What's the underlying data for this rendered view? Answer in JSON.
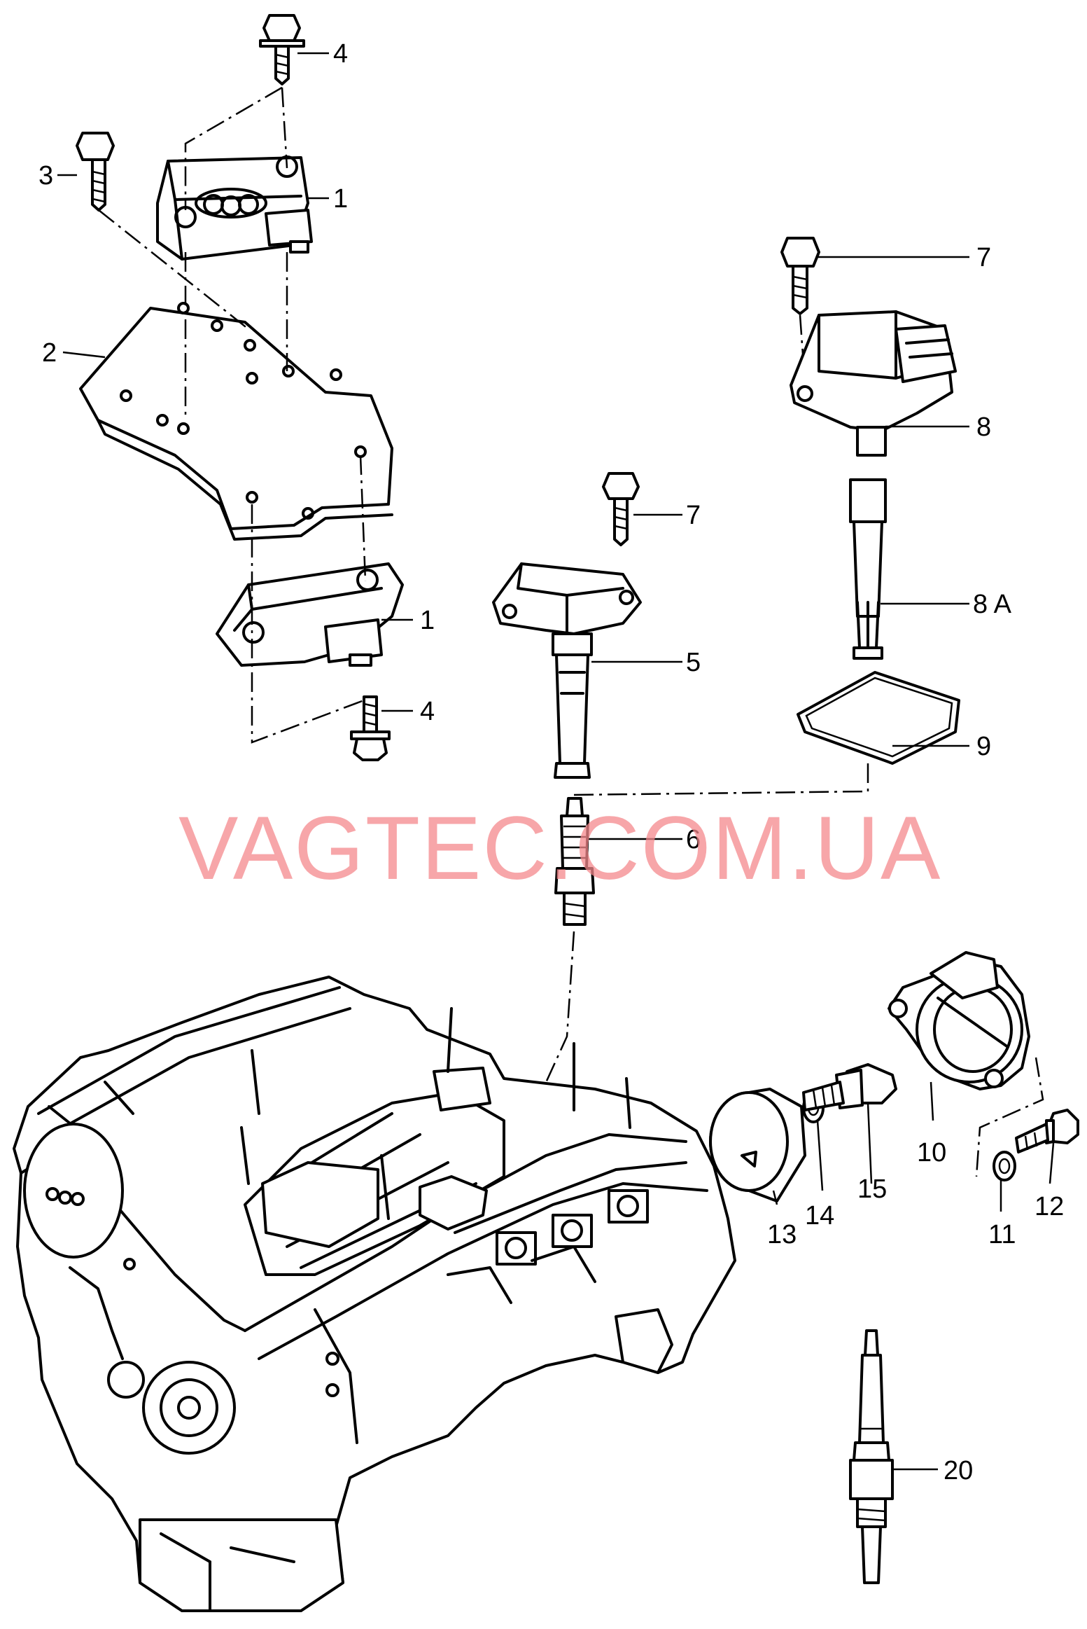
{
  "callouts": {
    "c1a": "1",
    "c1b": "1",
    "c2": "2",
    "c3": "3",
    "c4a": "4",
    "c4b": "4",
    "c5": "5",
    "c6": "6",
    "c7a": "7",
    "c7b": "7",
    "c8": "8",
    "c8a": "8 A",
    "c9": "9",
    "c10": "10",
    "c11": "11",
    "c12": "12",
    "c13": "13",
    "c14": "14",
    "c15": "15",
    "c20": "20"
  },
  "watermark": "VAGTEC.COM.UA",
  "colors": {
    "line": "#000000",
    "watermark": "#f4888c",
    "background": "#ffffff"
  }
}
